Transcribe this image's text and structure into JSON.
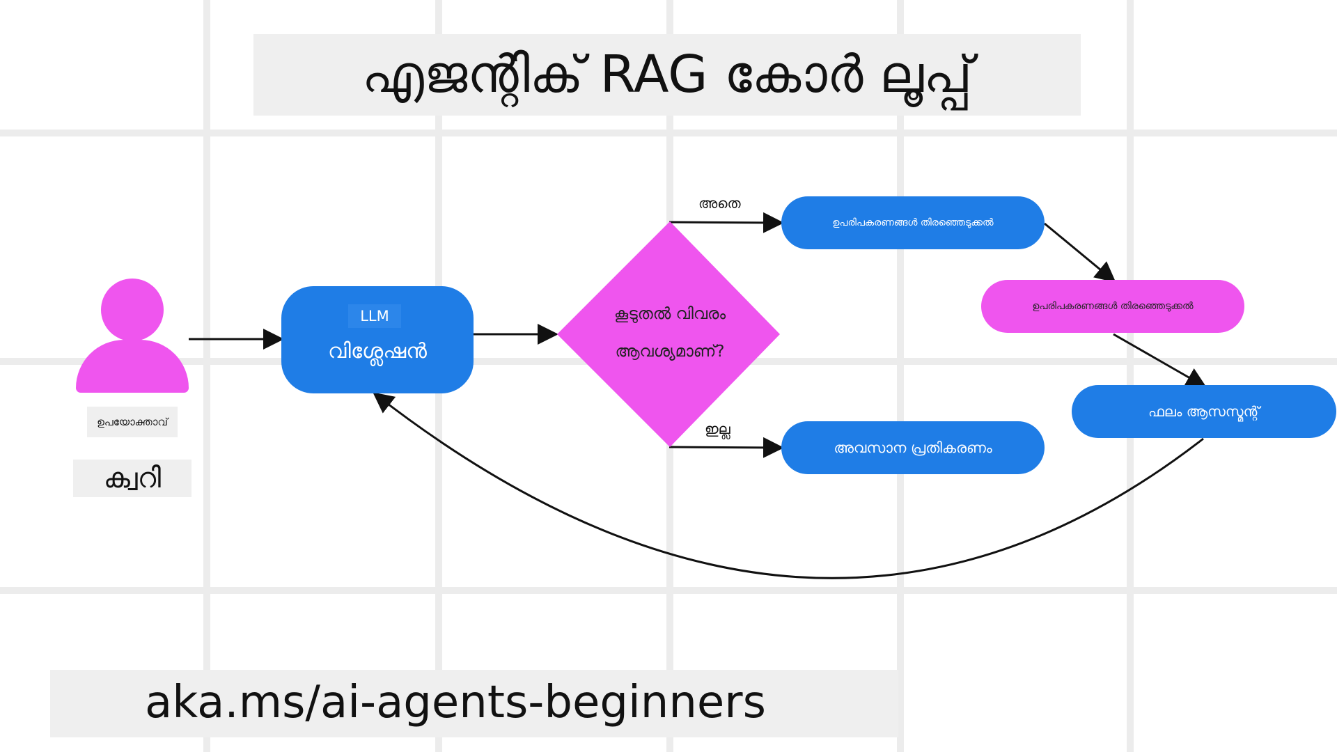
{
  "title": "എജന്റിക് RAG കോർ ലൂപ്പ്",
  "footer": "aka.ms/ai-agents-beginners",
  "user": {
    "label": "ഉപയോക്താവ്",
    "query": "ക്വറി"
  },
  "llm_node": {
    "tag": "LLM",
    "label": "വിശ്ലേഷൻ"
  },
  "decision": {
    "line1": "കൂടുതൽ വിവരം",
    "line2": "ആവശ്യമാണ്?"
  },
  "edges": {
    "yes": "അതെ",
    "no": "ഇല്ല"
  },
  "tools_blue": "ഉപരിപകരണങ്ങൾ തിരഞ്ഞെടുക്കൽ",
  "tools_pink": "ഉപരിപകരണങ്ങൾ തിരഞ്ഞെടുക്കൽ",
  "evaluate": "ഫലം ആസസ്മന്റ്",
  "final": "അവസാന പ്രതികരണം",
  "colors": {
    "blue": "#1f7de6",
    "pink": "#ef55ee",
    "grid": "#ececec"
  }
}
